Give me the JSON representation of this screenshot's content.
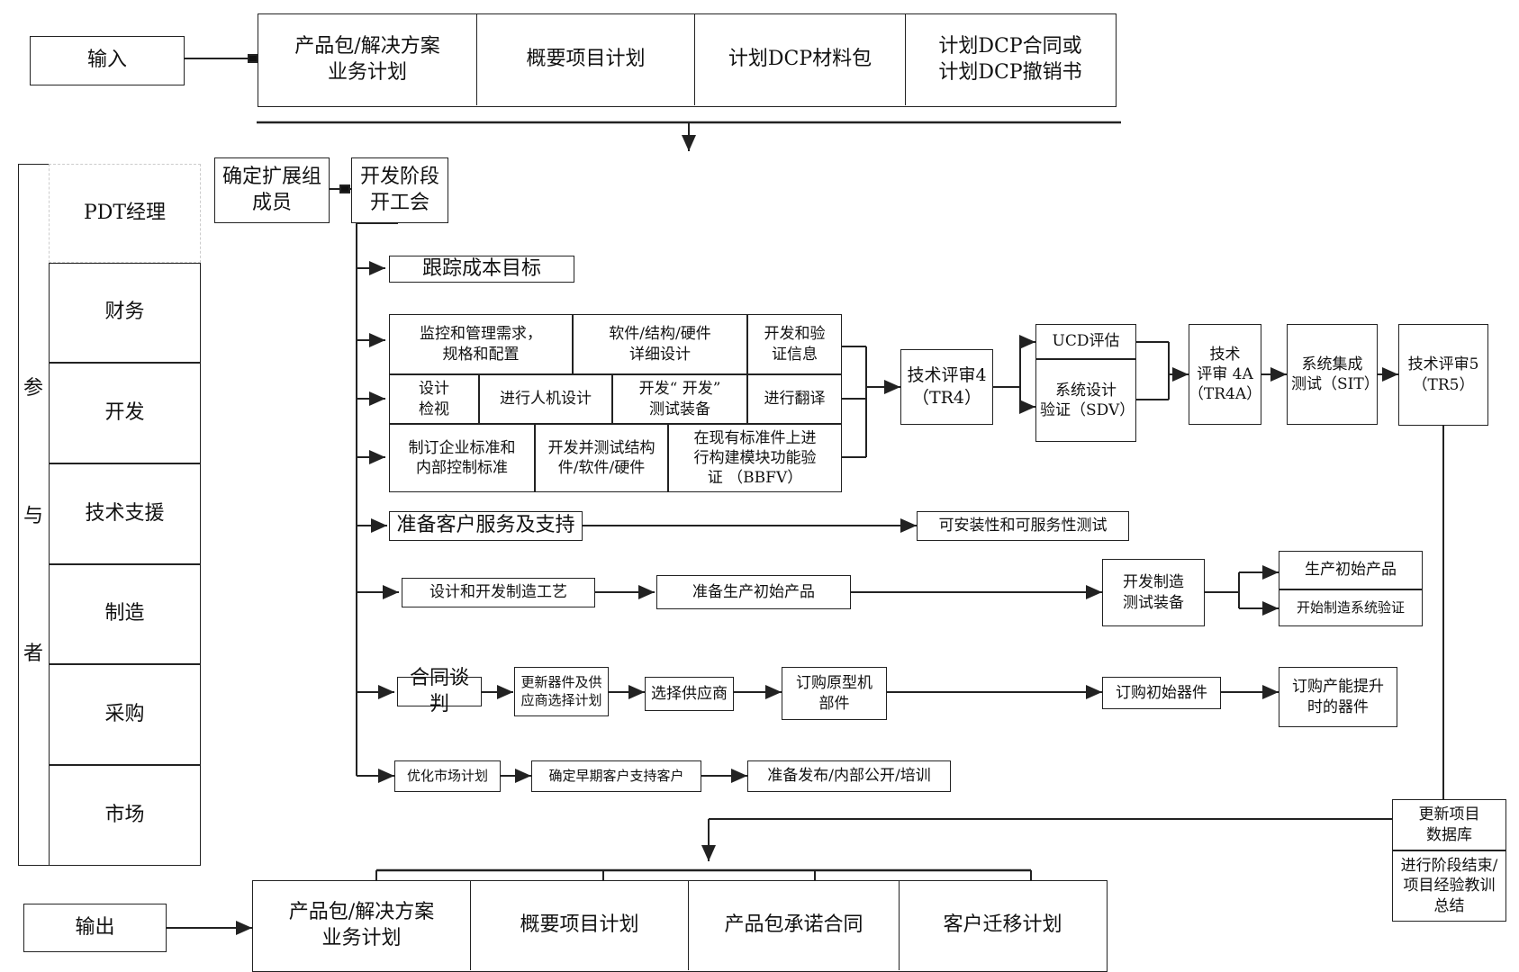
{
  "input": {
    "label": "输入",
    "items": [
      "产品包/解决方案\n业务计划",
      "概要项目计划",
      "计划DCP材料包",
      "计划DCP合同或\n计划DCP撤销书"
    ]
  },
  "participants": {
    "title_chars": [
      "参",
      "与",
      "者"
    ],
    "roles": [
      "PDT经理",
      "财务",
      "开发",
      "技术支援",
      "制造",
      "采购",
      "市场"
    ]
  },
  "kickoff": {
    "extend_team": "确定扩展组\n成员",
    "dev_kickoff": "开发阶段\n开工会"
  },
  "tracks": {
    "cost": "跟踪成本目标",
    "dev_grid": {
      "row1": [
        "监控和管理需求，\n规格和配置",
        "软件/结构/硬件\n详细设计",
        "开发和验\n证信息"
      ],
      "row2": [
        "设计\n检视",
        "进行人机设计",
        "开发“ 开发”\n测试装备",
        "进行翻译"
      ],
      "row3": [
        "制订企业标准和\n内部控制标准",
        "开发并测试结构\n件/软件/硬件",
        "在现有标准件上进\n行构建模块功能验\n证 （BBFV）"
      ]
    },
    "tr4": "技术评审4\n（TR4）",
    "ucd": "UCD评估",
    "sdv": "系统设计\n验证（SDV）",
    "tr4a": "技术\n评审 4A\n（TR4A）",
    "sit": "系统集成\n测试（SIT）",
    "tr5": "技术评审5\n（TR5）",
    "service": "准备客户服务及支持",
    "install_test": "可安装性和可服务性测试",
    "mfg_process": "设计和开发制造工艺",
    "prep_initial": "准备生产初始产品",
    "mfg_test_equip": "开发制造\n测试装备",
    "produce_initial": "生产初始产品",
    "mfg_sys_verify": "开始制造系统验证",
    "contract": "合同谈判",
    "update_supplier": "更新器件及供\n应商选择计划",
    "select_supplier": "选择供应商",
    "order_proto": "订购原型机\n部件",
    "order_initial": "订购初始器件",
    "order_ramp": "订购产能提升\n时的器件",
    "optimize_market": "优化市场计划",
    "early_customer": "确定早期客户支持客户",
    "release_prep": "准备发布/内部公开/培训",
    "update_db": "更新项目\n数据库",
    "phase_end": "进行阶段结束/\n项目经验教训\n总结"
  },
  "output": {
    "label": "输出",
    "items": [
      "产品包/解决方案\n业务计划",
      "概要项目计划",
      "产品包承诺合同",
      "客户迁移计划"
    ]
  }
}
